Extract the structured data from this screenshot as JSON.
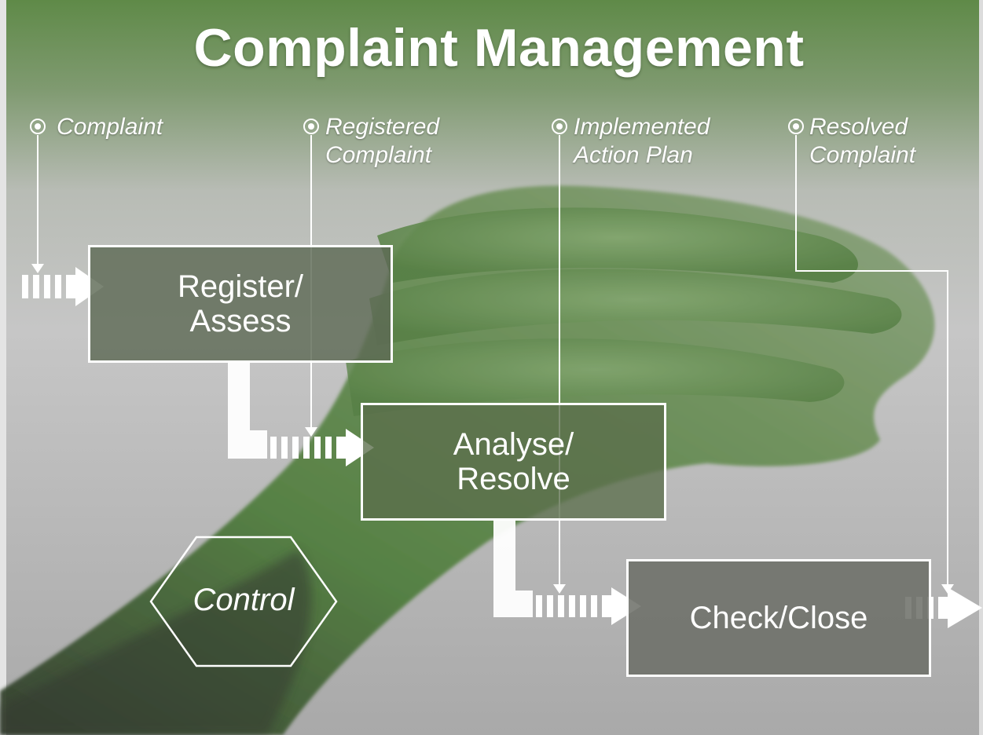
{
  "title": "Complaint Management",
  "inputs": [
    {
      "label": "Complaint"
    },
    {
      "label": "Registered\nComplaint"
    },
    {
      "label": "Implemented\nAction Plan"
    },
    {
      "label": "Resolved\nComplaint"
    }
  ],
  "steps": [
    {
      "label": "Register/\nAssess"
    },
    {
      "label": "Analyse/\nResolve"
    },
    {
      "label": "Check/Close"
    }
  ],
  "control_label": "Control",
  "colors": {
    "header_green": "#5f8a48",
    "box_fill": "#5e6a55",
    "background_gray": "#b9b9b9",
    "arm_green": "#4c7a3c",
    "line": "#ffffff"
  }
}
